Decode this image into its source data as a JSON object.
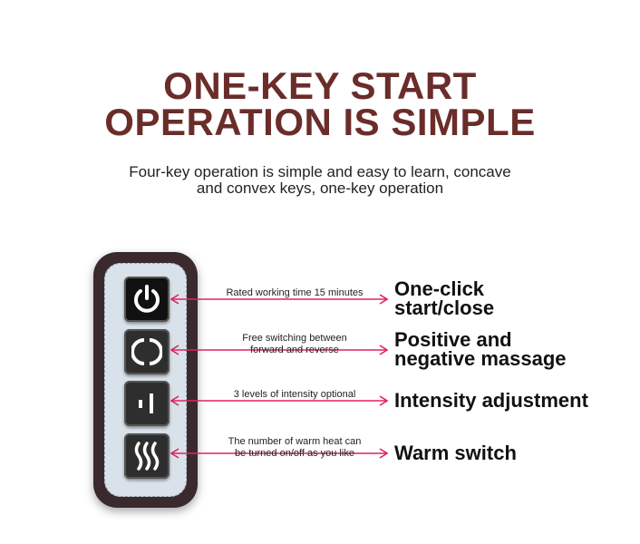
{
  "title": {
    "line1": "ONE-KEY START",
    "line2": "OPERATION IS SIMPLE"
  },
  "subtitle": {
    "line1": "Four-key operation is simple and easy to learn, concave",
    "line2": "and convex keys, one-key operation"
  },
  "features": [
    {
      "icon": "power-icon",
      "note1": "Rated working time 15 minutes",
      "note2": "",
      "label1": "One-click",
      "label2": "start/close"
    },
    {
      "icon": "rotate-icon",
      "note1": "Free switching between",
      "note2": "forward and reverse",
      "label1": "Positive and",
      "label2": "negative massage"
    },
    {
      "icon": "intensity-icon",
      "note1": "3 levels of intensity optional",
      "note2": "",
      "label1": "Intensity adjustment",
      "label2": ""
    },
    {
      "icon": "heat-icon",
      "note1": "The number of warm heat can",
      "note2": "be turned on/off as you like",
      "label1": "Warm switch",
      "label2": ""
    }
  ],
  "colors": {
    "title": "#6a2d2a",
    "arrow": "#e0245e"
  }
}
